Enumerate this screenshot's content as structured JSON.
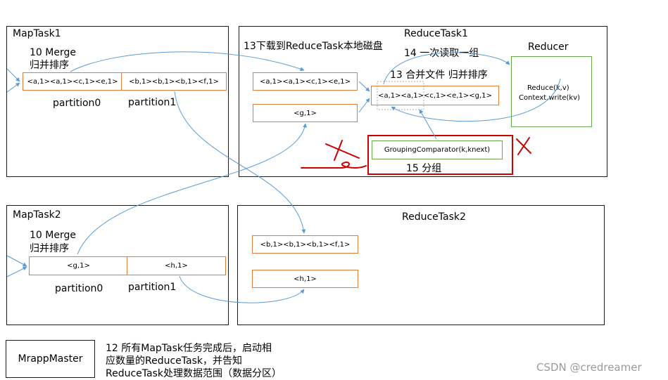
{
  "maptask1": {
    "title": "MapTask1",
    "merge_line1": "10 Merge",
    "merge_line2": "归并排序",
    "seg0": "<a,1><a,1><c,1><e,1>",
    "seg1": "<b,1><b,1><b,1><f,1>",
    "partition0": "partition0",
    "partition1": "partition1"
  },
  "maptask2": {
    "title": "MapTask2",
    "merge_line1": "10 Merge",
    "merge_line2": "归并排序",
    "seg0": "<g,1>",
    "seg1": "<h,1>",
    "partition0": "partition0",
    "partition1": "partition1"
  },
  "reducetask1": {
    "title": "ReduceTask1",
    "download_label": "13下载到ReduceTask本地磁盘",
    "read_label": "14 一次读取一组",
    "merge_label": "13 合并文件 归并排序",
    "disk_a": "<a,1><a,1><c,1><e,1>",
    "disk_g": "<g,1>",
    "merged": "<a,1><a,1><c,1><e,1><g,1>",
    "reducer_title": "Reducer",
    "reduce_call": "Reduce(k,v)",
    "context_write": "Context.write(kv)",
    "grouping": "GroupingComparator(k,knext)",
    "group_label": "15 分组"
  },
  "reducetask2": {
    "title": "ReduceTask2",
    "disk_b": "<b,1><b,1><b,1><f,1>",
    "disk_h": "<h,1>"
  },
  "master": {
    "title": "MrappMaster",
    "note_line1": "12 所有MapTask任务完成后，启动相",
    "note_line2": "应数量的ReduceTask，并告知",
    "note_line3": "ReduceTask处理数据范围（数据分区）"
  },
  "watermark": "CSDN @credreamer",
  "colors": {
    "orange": "#e07b39",
    "green": "#6aa84f",
    "red": "#cc0000",
    "arrow_blue": "#5b9bd5"
  }
}
